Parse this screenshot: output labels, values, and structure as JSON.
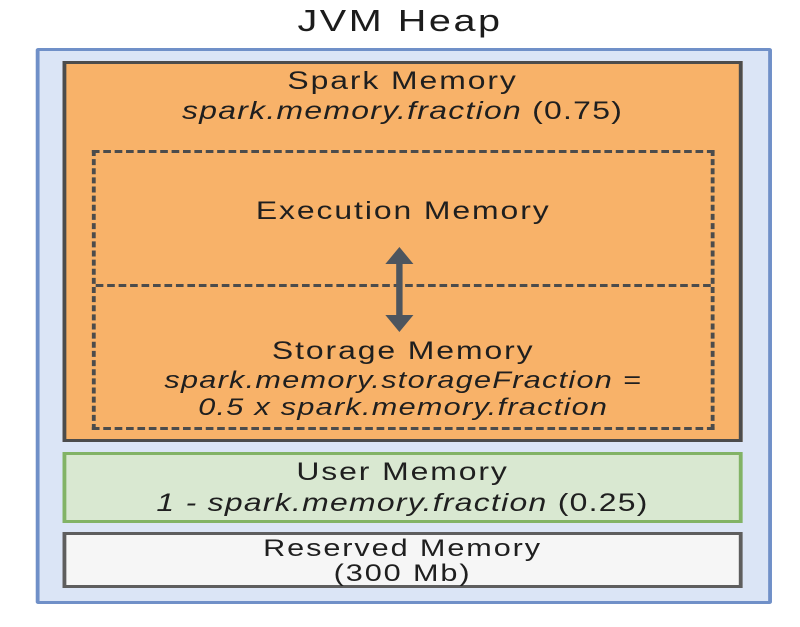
{
  "page": {
    "title": "JVM Heap"
  },
  "palette": {
    "heap_fill": "#dbe5f6",
    "heap_border": "#7090c8",
    "spark_fill": "#f8b269",
    "spark_border": "#4c4c4c",
    "dashed_border": "#4c4c4c",
    "user_fill": "#d9e8d1",
    "user_border": "#82b366",
    "reserved_fill": "#f6f6f6",
    "reserved_border": "#5e5e5e",
    "arrow_color": "#4d555e",
    "text_color": "#1f1f1f"
  },
  "heap": {
    "spark_memory": {
      "label": "Spark Memory",
      "fraction_property": "spark.memory.fraction",
      "fraction_value": " (0.75)",
      "execution_label": "Execution Memory",
      "storage_label": "Storage Memory",
      "storage_formula_line1": "spark.memory.storageFraction =",
      "storage_formula_line2": "0.5 x spark.memory.fraction"
    },
    "user_memory": {
      "label": "User Memory",
      "formula_property": "1 - spark.memory.fraction",
      "formula_value": " (0.25)"
    },
    "reserved_memory": {
      "label": "Reserved Memory",
      "size": "(300 Mb)"
    }
  }
}
